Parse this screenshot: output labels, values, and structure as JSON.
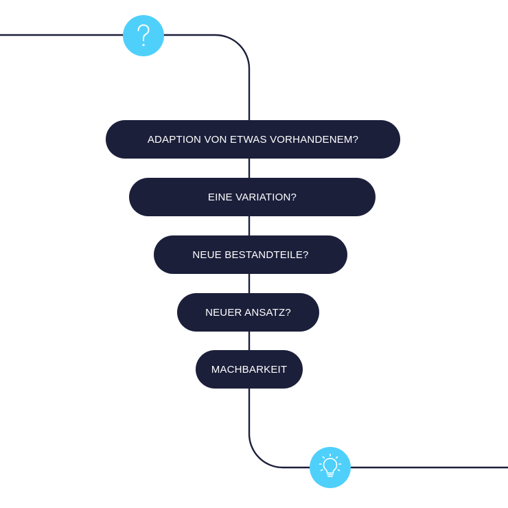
{
  "steps": [
    {
      "label": "ADAPTION VON ETWAS VORHANDENEM?"
    },
    {
      "label": "EINE VARIATION?"
    },
    {
      "label": "NEUE BESTANDTEILE?"
    },
    {
      "label": "NEUER ANSATZ?"
    },
    {
      "label": "MACHBARKEIT"
    }
  ],
  "icons": {
    "start": "question-mark-icon",
    "end": "lightbulb-icon"
  },
  "colors": {
    "pill_fill": "#1b1f3a",
    "pill_text": "#ffffff",
    "connector_line": "#1b1f3a",
    "badge_fill": "#4fd0fb",
    "badge_icon": "#ffffff"
  }
}
